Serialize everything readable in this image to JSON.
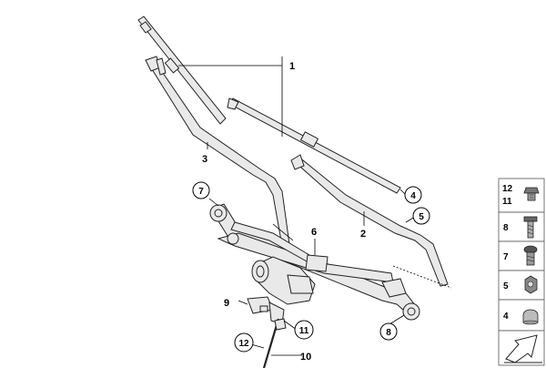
{
  "callouts": {
    "c1": "1",
    "c2": "2",
    "c3": "3",
    "c4": "4",
    "c5": "5",
    "c6": "6",
    "c7": "7",
    "c8": "8",
    "c9": "9",
    "c10": "10",
    "c11": "11",
    "c12": "12"
  },
  "legend": {
    "row1_a": "12",
    "row1_b": "11",
    "row2": "8",
    "row3": "7",
    "row4": "5",
    "row5": "4"
  }
}
